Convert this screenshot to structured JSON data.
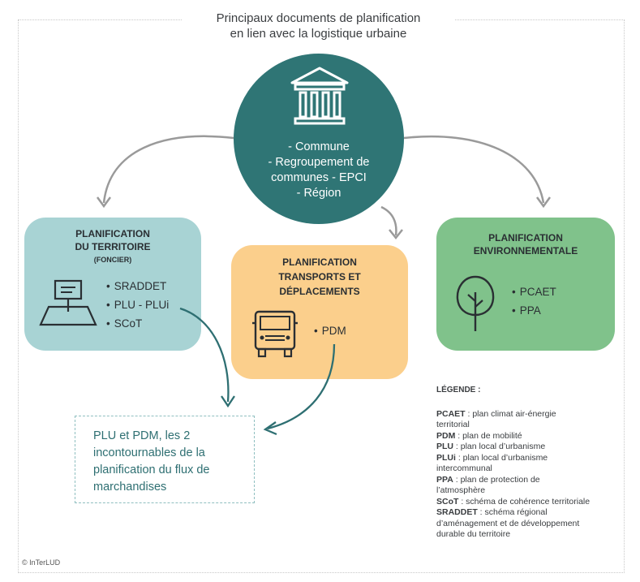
{
  "title": {
    "line1": "Principaux documents de planification",
    "line2": "en lien avec la logistique urbaine"
  },
  "center": {
    "icon": "government-building-icon",
    "lines": [
      "- Commune",
      "- Regroupement de",
      "communes - EPCI",
      "- Région"
    ]
  },
  "cards": {
    "territoire": {
      "title1": "PLANIFICATION",
      "title2": "DU TERRITOIRE",
      "title3": "(FONCIER)",
      "icon": "map-signboard-icon",
      "items": [
        "SRADDET",
        "PLU - PLUi",
        "SCoT"
      ]
    },
    "transports": {
      "title1": "PLANIFICATION",
      "title2": "TRANSPORTS ET",
      "title3": "DÉPLACEMENTS",
      "icon": "truck-icon",
      "items": [
        "PDM"
      ]
    },
    "environnement": {
      "title1": "PLANIFICATION",
      "title2": "ENVIRONNEMENTALE",
      "icon": "tree-icon",
      "items": [
        "PCAET",
        "PPA"
      ]
    }
  },
  "highlight": {
    "lines": [
      "PLU et PDM, les 2",
      "incontournables de la",
      "planification du flux de",
      "marchandises"
    ]
  },
  "legend": {
    "title": "LÉGENDE :",
    "entries": [
      {
        "abbr": "PCAET",
        "text": " : plan climat air-énergie",
        "text2": "territorial"
      },
      {
        "abbr": "PDM",
        "text": " : plan de mobilité",
        "text2": ""
      },
      {
        "abbr": "PLU",
        "text": " : plan local d’urbanisme",
        "text2": ""
      },
      {
        "abbr": "PLUi",
        "text": " : plan local d’urbanisme",
        "text2": "intercommunal"
      },
      {
        "abbr": "PPA",
        "text": " : plan de protection de",
        "text2": "l’atmosphère"
      },
      {
        "abbr": "SCoT",
        "text": " : schéma de cohérence territoriale",
        "text2": ""
      },
      {
        "abbr": "SRADDET",
        "text": " : schéma régional",
        "text2": "d’aménagement et de développement"
      }
    ],
    "last_line": "durable du territoire"
  },
  "credit": "© InTerLUD",
  "colors": {
    "teal_circle": "#2f7575",
    "card_territoire": "#a8d3d4",
    "card_transports": "#fbcf8c",
    "card_environnement": "#80c28b",
    "connector_teal": "#2e6f72",
    "arrow_grey": "#9a9a9a"
  }
}
